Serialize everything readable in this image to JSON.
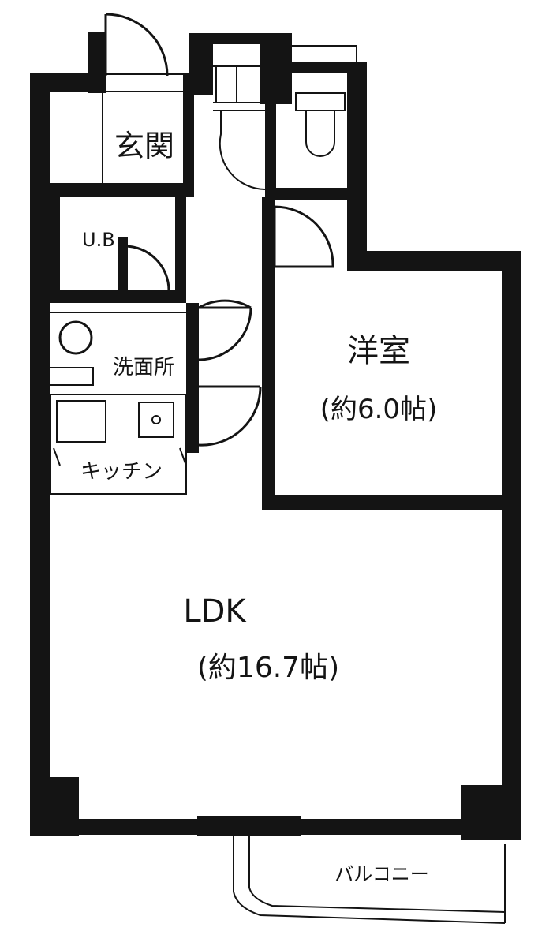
{
  "rooms": {
    "entrance": {
      "name": "玄関"
    },
    "unit_bath": {
      "name": "U.B"
    },
    "washroom": {
      "name": "洗面所"
    },
    "kitchen": {
      "name": "キッチン"
    },
    "western_room": {
      "name": "洋室",
      "area": "(約6.0帖)"
    },
    "ldk": {
      "name": "LDK",
      "area": "(約16.7帖)"
    },
    "balcony": {
      "name": "バルコニー"
    }
  }
}
